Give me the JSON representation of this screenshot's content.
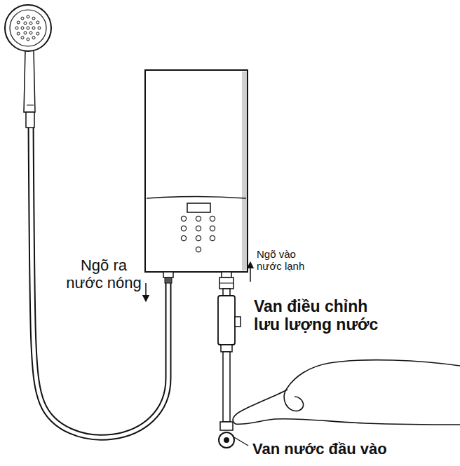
{
  "diagram": {
    "labels": [
      "Ngõ ra nước nóng",
      "Ngõ vào nước lạnh",
      "Van điều chỉnh lưu lượng nước",
      "Van nước đầu vào"
    ]
  }
}
